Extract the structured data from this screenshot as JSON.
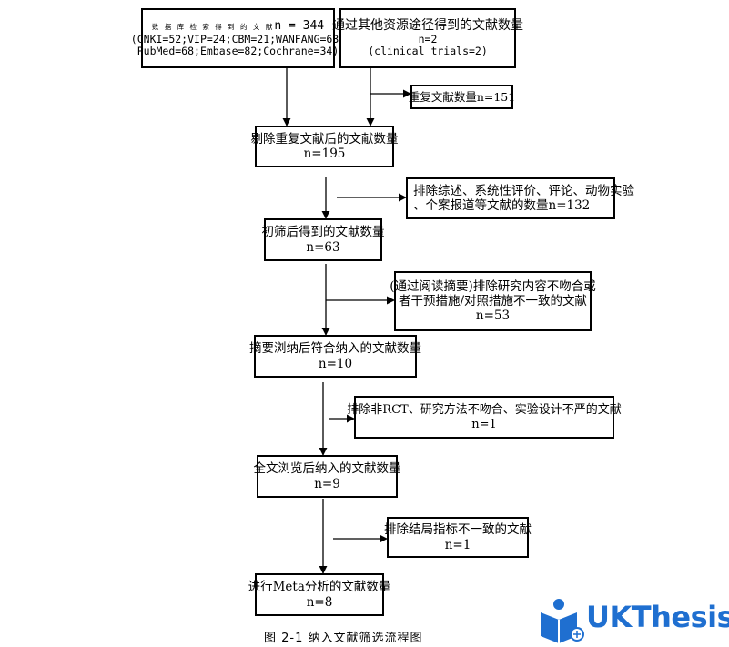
{
  "boxes": {
    "db": {
      "line1_small": "数 据 库 检 索 得 到 的 文 献",
      "line1_count": "n = 344",
      "line2": "(CNKI=52;VIP=24;CBM=21;WANFANG=63;",
      "line3": "PubMed=68;Embase=82;Cochrane=34)"
    },
    "other": {
      "line1": "通过其他资源途径得到的文献数量",
      "line2": "n=2",
      "line3": "(clinical trials=2)"
    },
    "duplicate": {
      "line1": "重复文献数量n=151"
    },
    "after_dedup": {
      "line1": "剔除重复文献后的文献数量",
      "line2": "n=195"
    },
    "exclude1": {
      "line1": "排除综述、系统性评价、评论、动物实验",
      "line2": "、个案报道等文献的数量n=132"
    },
    "initial": {
      "line1": "初筛后得到的文献数量",
      "line2": "n=63"
    },
    "exclude2": {
      "line1": "(通过阅读摘要)排除研究内容不吻合或",
      "line2": "者干预措施/对照措施不一致的文献",
      "line3": "n=53"
    },
    "abstract": {
      "line1": "摘要浏纳后符合纳入的文献数量",
      "line2": "n=10"
    },
    "exclude3": {
      "line1": "排除非RCT、研究方法不吻合、实验设计不严的文献",
      "line2": "n=1"
    },
    "fulltext": {
      "line1": "全文浏览后纳入的文献数量",
      "line2": "n=9"
    },
    "exclude4": {
      "line1": "排除结局指标不一致的文献",
      "line2": "n=1"
    },
    "meta": {
      "line1": "进行Meta分析的文献数量",
      "line2": "n=8"
    }
  },
  "caption": "图 2-1  纳入文献筛选流程图",
  "logo": {
    "text": "UKThesis",
    "color": "#1f6fd0"
  }
}
